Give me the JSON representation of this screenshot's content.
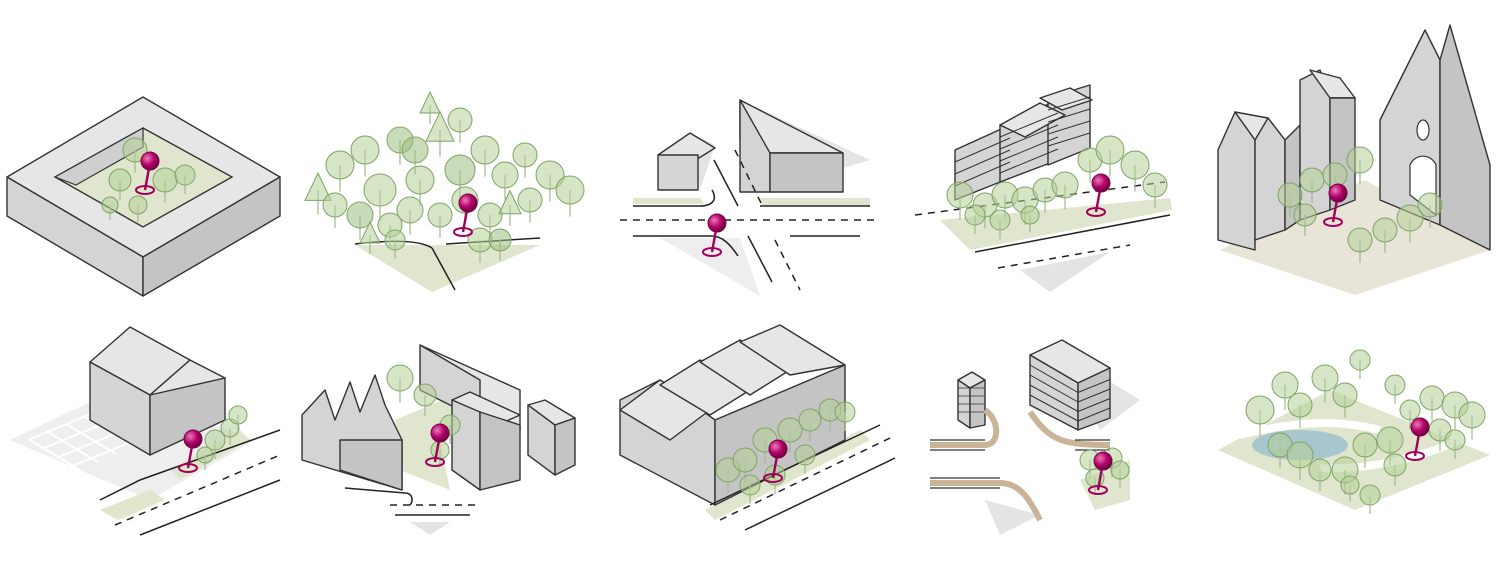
{
  "tiles": [
    {
      "id": "courtyard-block",
      "label": ""
    },
    {
      "id": "forest-clearing",
      "label": ""
    },
    {
      "id": "street-intersection",
      "label": ""
    },
    {
      "id": "terraced-slope",
      "label": ""
    },
    {
      "id": "church-square",
      "label": ""
    },
    {
      "id": "house-with-parking",
      "label": ""
    },
    {
      "id": "sawtooth-courtyard",
      "label": ""
    },
    {
      "id": "sawtooth-hall-street",
      "label": ""
    },
    {
      "id": "junction-with-towers",
      "label": ""
    },
    {
      "id": "park-with-pond",
      "label": ""
    }
  ],
  "colors": {
    "pin": "#a0005a",
    "pin_highlight": "#e05aa0",
    "tree_fill": "#b5cf98",
    "tree_stroke": "#7fa366",
    "ground_green": "#dfe6cd",
    "building_stroke": "#333333"
  },
  "icons": [
    "location-pin-icon",
    "tree-icon",
    "building-icon"
  ]
}
